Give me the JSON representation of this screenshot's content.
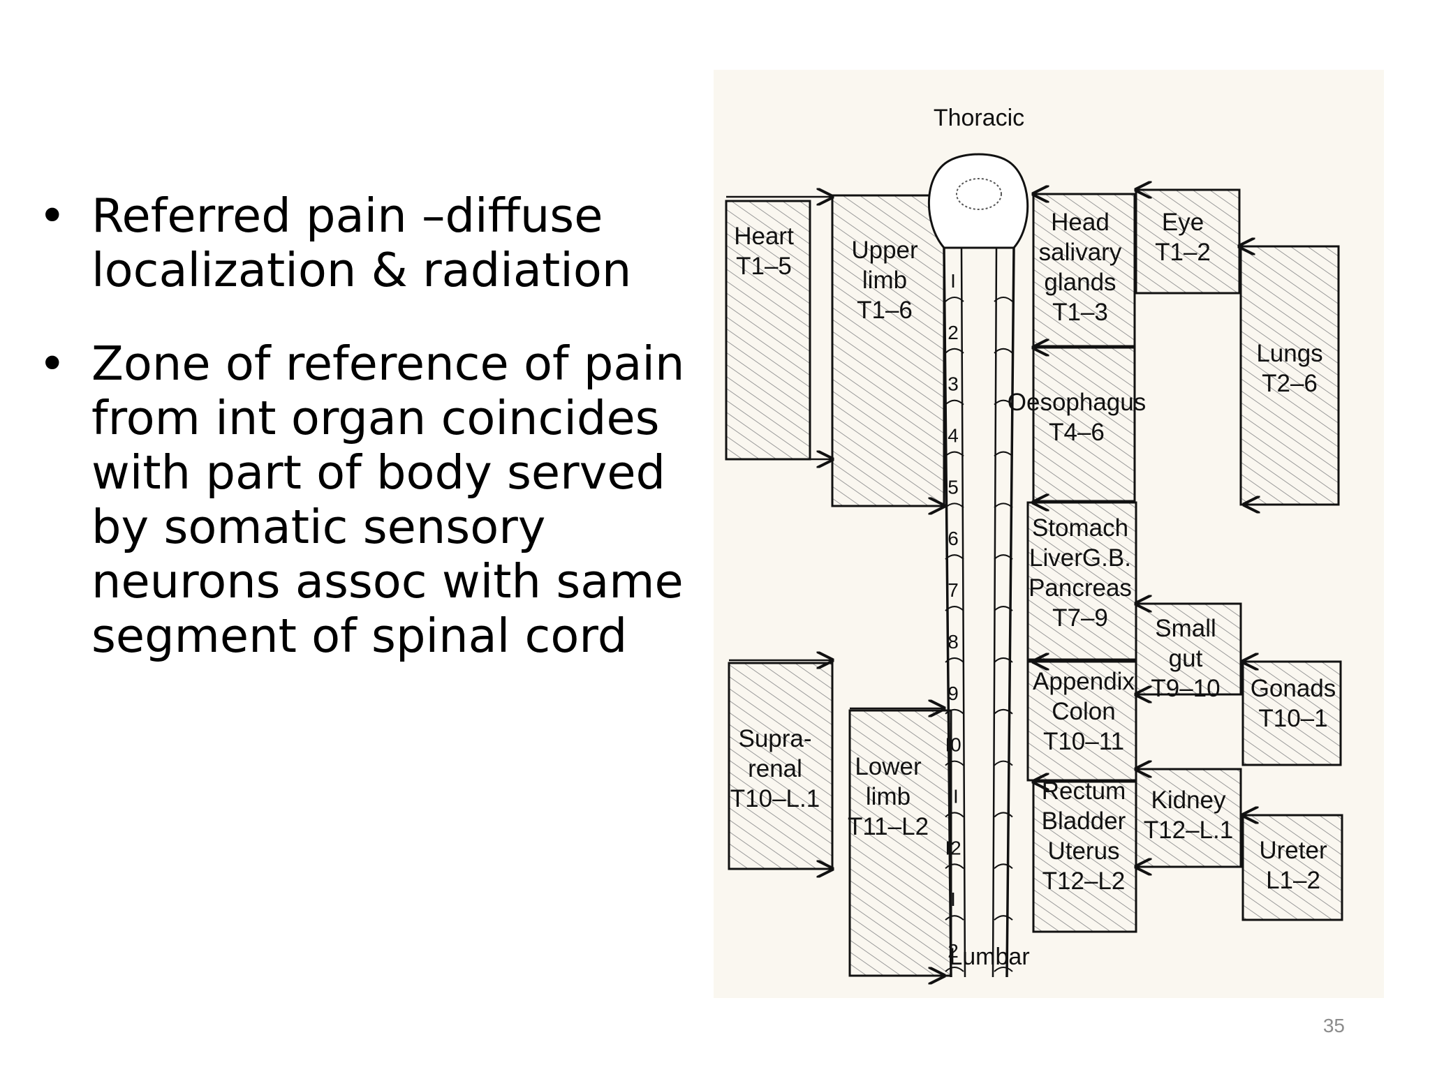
{
  "slide": {
    "bullets": [
      "Referred pain –diffuse localization & radiation",
      "Zone of reference of pain from int organ coincides with part of body served by somatic sensory neurons assoc with same segment of spinal cord"
    ],
    "bullet_symbol": "•",
    "page_number": "35"
  },
  "figure": {
    "top_label": "Thoracic",
    "bottom_label": "Lumbar",
    "segments": [
      "I",
      "2",
      "3",
      "4",
      "5",
      "6",
      "7",
      "8",
      "9",
      "I0",
      "II",
      "I2",
      "I",
      "2"
    ],
    "boxes": {
      "heart": [
        "Heart",
        "T1–5"
      ],
      "upper_limb": [
        "Upper",
        "limb",
        "T1–6"
      ],
      "suprarenal": [
        "Supra-",
        "renal",
        "T10–L.1"
      ],
      "lower_limb": [
        "Lower",
        "limb",
        "T11–L2"
      ],
      "head": [
        "Head",
        "salivary",
        "glands",
        "T1–3"
      ],
      "eye": [
        "Eye",
        "T1–2"
      ],
      "lungs": [
        "Lungs",
        "T2–6"
      ],
      "oesophagus": [
        "Oesophagus",
        "T4–6"
      ],
      "stomach": [
        "Stomach",
        "LiverG.B.",
        "Pancreas",
        "T7–9"
      ],
      "small_gut": [
        "Small",
        "gut",
        "T9–10"
      ],
      "appendix": [
        "Appendix",
        "Colon",
        "T10–11"
      ],
      "gonads": [
        "Gonads",
        "T10–1"
      ],
      "rectum": [
        "Rectum",
        "Bladder",
        "Uterus",
        "T12–L2"
      ],
      "kidney": [
        "Kidney",
        "T12–L.1"
      ],
      "ureter": [
        "Ureter",
        "L1–2"
      ]
    }
  }
}
